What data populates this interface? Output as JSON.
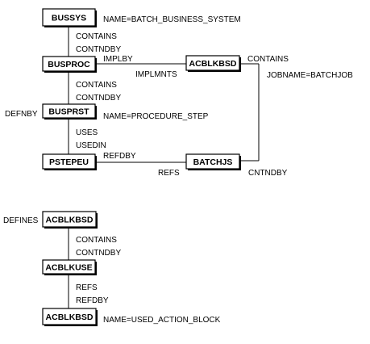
{
  "diagram_top": {
    "nodes": {
      "bussys": "BUSSYS",
      "busproc": "BUSPROC",
      "acblkbsd": "ACBLKBSD",
      "busprst": "BUSPRST",
      "pstepeu": "PSTEPEU",
      "batchjs": "BATCHJS"
    },
    "annotations": {
      "bussys_name": "NAME=BATCH_BUSINESS_SYSTEM",
      "busprst_name": "NAME=PROCEDURE_STEP",
      "acblkbsd_jobname": "JOBNAME=BATCHJOB"
    },
    "edges": {
      "bussys_busproc_fwd": "CONTAINS",
      "bussys_busproc_rev": "CONTNDBY",
      "busproc_acblkbsd_fwd": "IMPLBY",
      "busproc_acblkbsd_rev": "IMPLMNTS",
      "busproc_busprst_fwd": "CONTAINS",
      "busproc_busprst_rev": "CONTNDBY",
      "busprst_defnby": "DEFNBY",
      "busprst_pstepeu_fwd": "USES",
      "busprst_pstepeu_rev": "USEDIN",
      "pstepeu_batchjs_fwd": "REFDBY",
      "pstepeu_batchjs_rev": "REFS",
      "acblkbsd_batchjs_fwd": "CONTAINS",
      "acblkbsd_batchjs_rev": "CNTNDBY"
    }
  },
  "diagram_bottom": {
    "nodes": {
      "acblkbsd_top": "ACBLKBSD",
      "acblkuse": "ACBLKUSE",
      "acblkbsd_bottom": "ACBLKBSD"
    },
    "annotations": {
      "defines": "DEFINES",
      "used_name": "NAME=USED_ACTION_BLOCK"
    },
    "edges": {
      "top_use_fwd": "CONTAINS",
      "top_use_rev": "CONTNDBY",
      "use_bottom_fwd": "REFS",
      "use_bottom_rev": "REFDBY"
    }
  }
}
